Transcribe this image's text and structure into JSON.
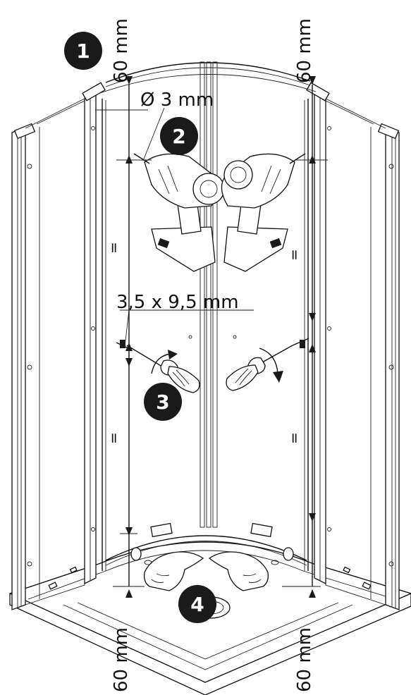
{
  "steps": [
    {
      "number": "1"
    },
    {
      "number": "2"
    },
    {
      "number": "3"
    },
    {
      "number": "4"
    }
  ],
  "dimensions": {
    "top_left": "60 mm",
    "top_right": "60 mm",
    "bottom_left": "60 mm",
    "bottom_right": "60 mm",
    "drill_bit": "Ø 3 mm",
    "screw": "3,5 x 9,5 mm"
  },
  "equal_marks": {
    "upper_left": "=",
    "upper_right": "=",
    "lower_left": "=",
    "lower_right": "="
  }
}
